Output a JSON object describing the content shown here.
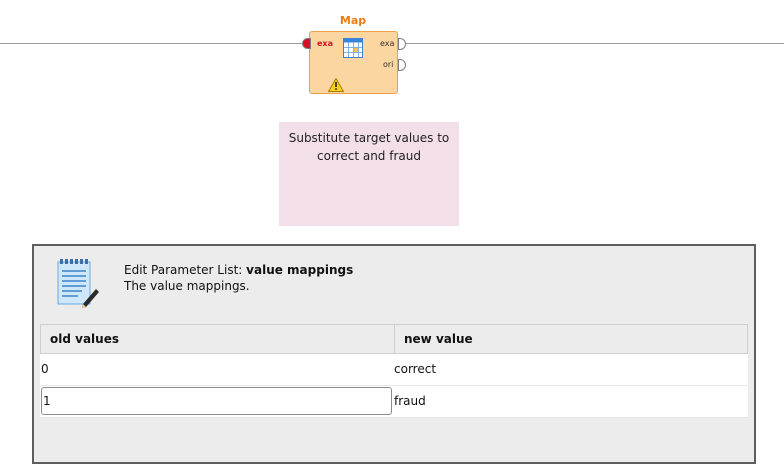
{
  "canvas": {
    "operator": {
      "title": "Map",
      "input_port_label": "exa",
      "output_ports": [
        "exa",
        "ori"
      ],
      "icon": "table-grid-icon",
      "status_icon": "warning-icon",
      "colors": {
        "title": "#f07a12",
        "body": "#fbd6a0",
        "input_port": "#d80f22"
      }
    },
    "note": {
      "line1": "Substitute target values to",
      "line2": "correct and fraud",
      "color": "#f3dfea"
    }
  },
  "dialog": {
    "icon": "edit-list-icon",
    "title_prefix": "Edit Parameter List:",
    "title_param": "value mappings",
    "description": "The value mappings.",
    "table": {
      "columns": [
        "old values",
        "new value"
      ],
      "rows": [
        {
          "old": "0",
          "new": "correct"
        },
        {
          "old": "1",
          "new": "fraud"
        }
      ]
    }
  }
}
